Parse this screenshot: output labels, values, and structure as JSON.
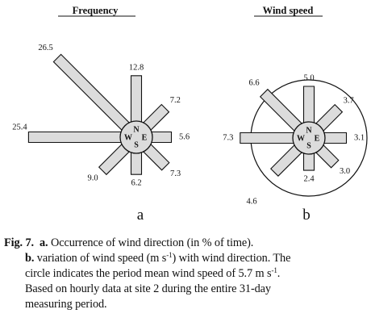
{
  "panels": {
    "a": {
      "title": "Frequency",
      "label": "a",
      "directions": [
        {
          "dir": "N",
          "value": "12.8"
        },
        {
          "dir": "NE",
          "value": "7.2"
        },
        {
          "dir": "E",
          "value": "5.6"
        },
        {
          "dir": "SE",
          "value": "7.3"
        },
        {
          "dir": "S",
          "value": "6.2"
        },
        {
          "dir": "SW",
          "value": "9.0"
        },
        {
          "dir": "W",
          "value": "25.4"
        },
        {
          "dir": "NW",
          "value": "26.5"
        }
      ]
    },
    "b": {
      "title": "Wind speed",
      "label": "b",
      "mean_circle_value": 5.7,
      "directions": [
        {
          "dir": "N",
          "value": "5.0"
        },
        {
          "dir": "NE",
          "value": "3.7"
        },
        {
          "dir": "E",
          "value": "3.1"
        },
        {
          "dir": "SE",
          "value": "3.0"
        },
        {
          "dir": "S",
          "value": "2.4"
        },
        {
          "dir": "SW",
          "value": "4.6"
        },
        {
          "dir": "W",
          "value": "7.3"
        },
        {
          "dir": "NW",
          "value": "6.6"
        }
      ]
    }
  },
  "compass": {
    "N": "N",
    "E": "E",
    "S": "S",
    "W": "W"
  },
  "caption": {
    "fig_label": "Fig. 7.",
    "part_a": "a.",
    "line1": " Occurrence of wind direction (in % of time).",
    "part_b": "b.",
    "line2_pre": " variation of wind speed (m s",
    "sup_neg1": "-1",
    "line2_post": ") with wind direction.  The",
    "line3_pre": "circle indicates the period mean wind speed of 5.7 m s",
    "line3_post": ".",
    "line4": "Based on hourly data at site 2 during the entire 31-day",
    "line5": "measuring period."
  }
}
